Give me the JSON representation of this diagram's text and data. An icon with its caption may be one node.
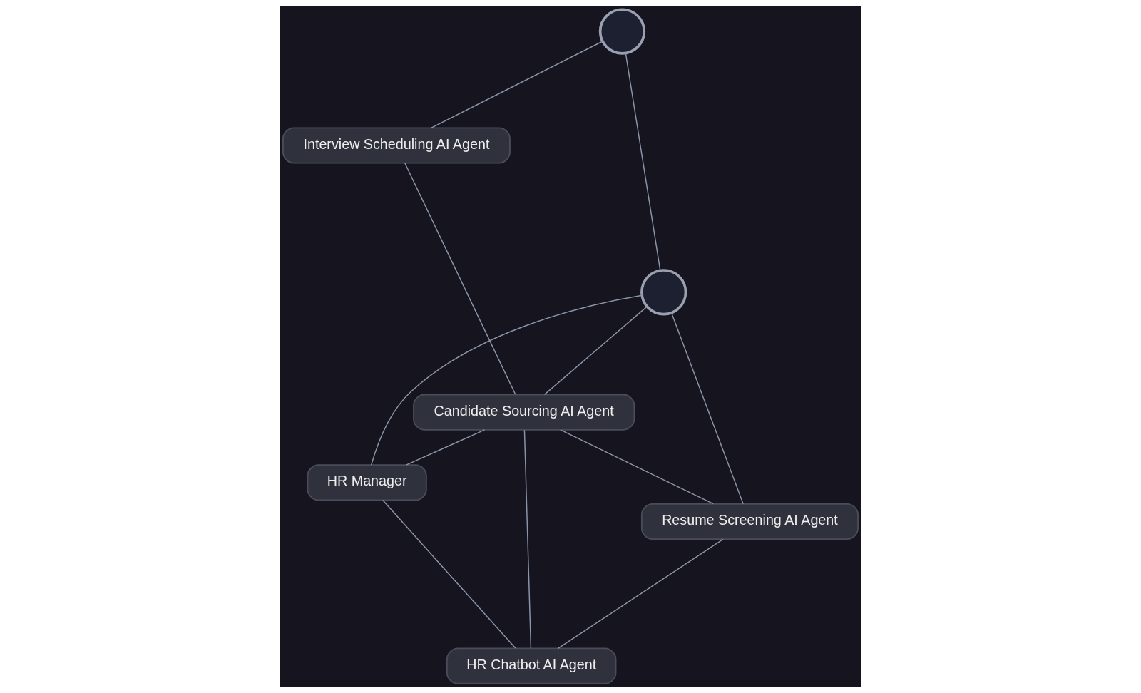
{
  "diagram": {
    "nodes": [
      {
        "text": [
          "HR Manager"
        ]
      },
      {
        "text": [
          "Resume Screening AI Agent"
        ]
      },
      {
        "text": [
          "Candidate Sourcing AI Agent"
        ]
      },
      {
        "text": [],
        "shape": "circle"
      },
      {
        "text": [],
        "shape": "circle"
      },
      {
        "text": [
          "Interview Scheduling AI Agent"
        ]
      },
      {
        "text": [
          "HR Chatbot AI Agent"
        ]
      }
    ],
    "edges": [
      {
        "from": 1,
        "to": 2,
        "arrow": "none"
      },
      {
        "from": 1,
        "to": 4,
        "arrow": "none"
      },
      {
        "from": 1,
        "to": 6,
        "arrow": "none"
      },
      {
        "from": 0,
        "to": 2,
        "arrow": "none"
      },
      {
        "from": 0,
        "to": 4,
        "arrow": "none"
      },
      {
        "from": 0,
        "to": 6,
        "arrow": "none"
      },
      {
        "from": 4,
        "to": 2,
        "arrow": "none"
      },
      {
        "from": 4,
        "to": 3,
        "arrow": "none"
      },
      {
        "from": 2,
        "to": 6,
        "arrow": "none"
      },
      {
        "from": 2,
        "to": 5,
        "arrow": "none"
      },
      {
        "from": 3,
        "to": 5,
        "arrow": "none"
      }
    ]
  }
}
